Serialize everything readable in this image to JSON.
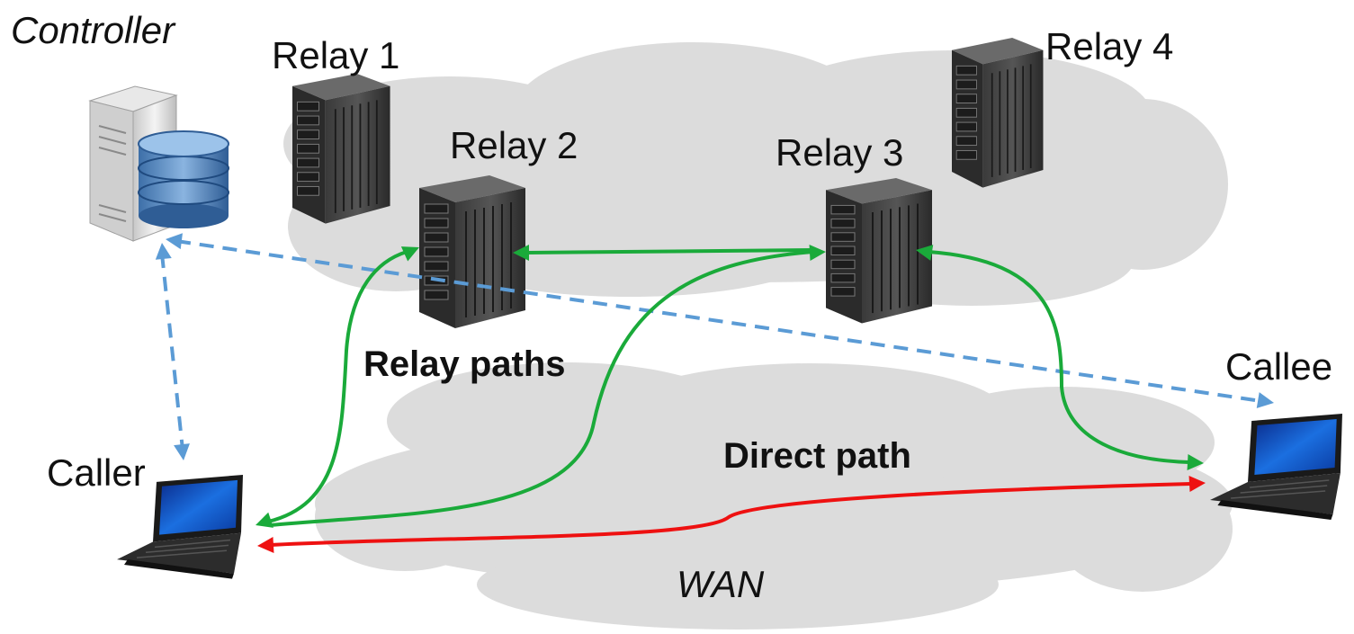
{
  "labels": {
    "controller": "Controller",
    "relay1": "Relay 1",
    "relay2": "Relay 2",
    "relay3": "Relay 3",
    "relay4": "Relay 4",
    "caller": "Caller",
    "callee": "Callee",
    "relay_paths": "Relay paths",
    "direct_path": "Direct path",
    "wan": "WAN"
  },
  "colors": {
    "cloud": "#dcdcdc",
    "relay_path": "#1aaa3a",
    "direct_path": "#ee1111",
    "control_link": "#5b9bd5"
  },
  "icons": {
    "controller": "database-server-icon",
    "relay": "server-rack-icon",
    "endpoint": "laptop-icon"
  }
}
